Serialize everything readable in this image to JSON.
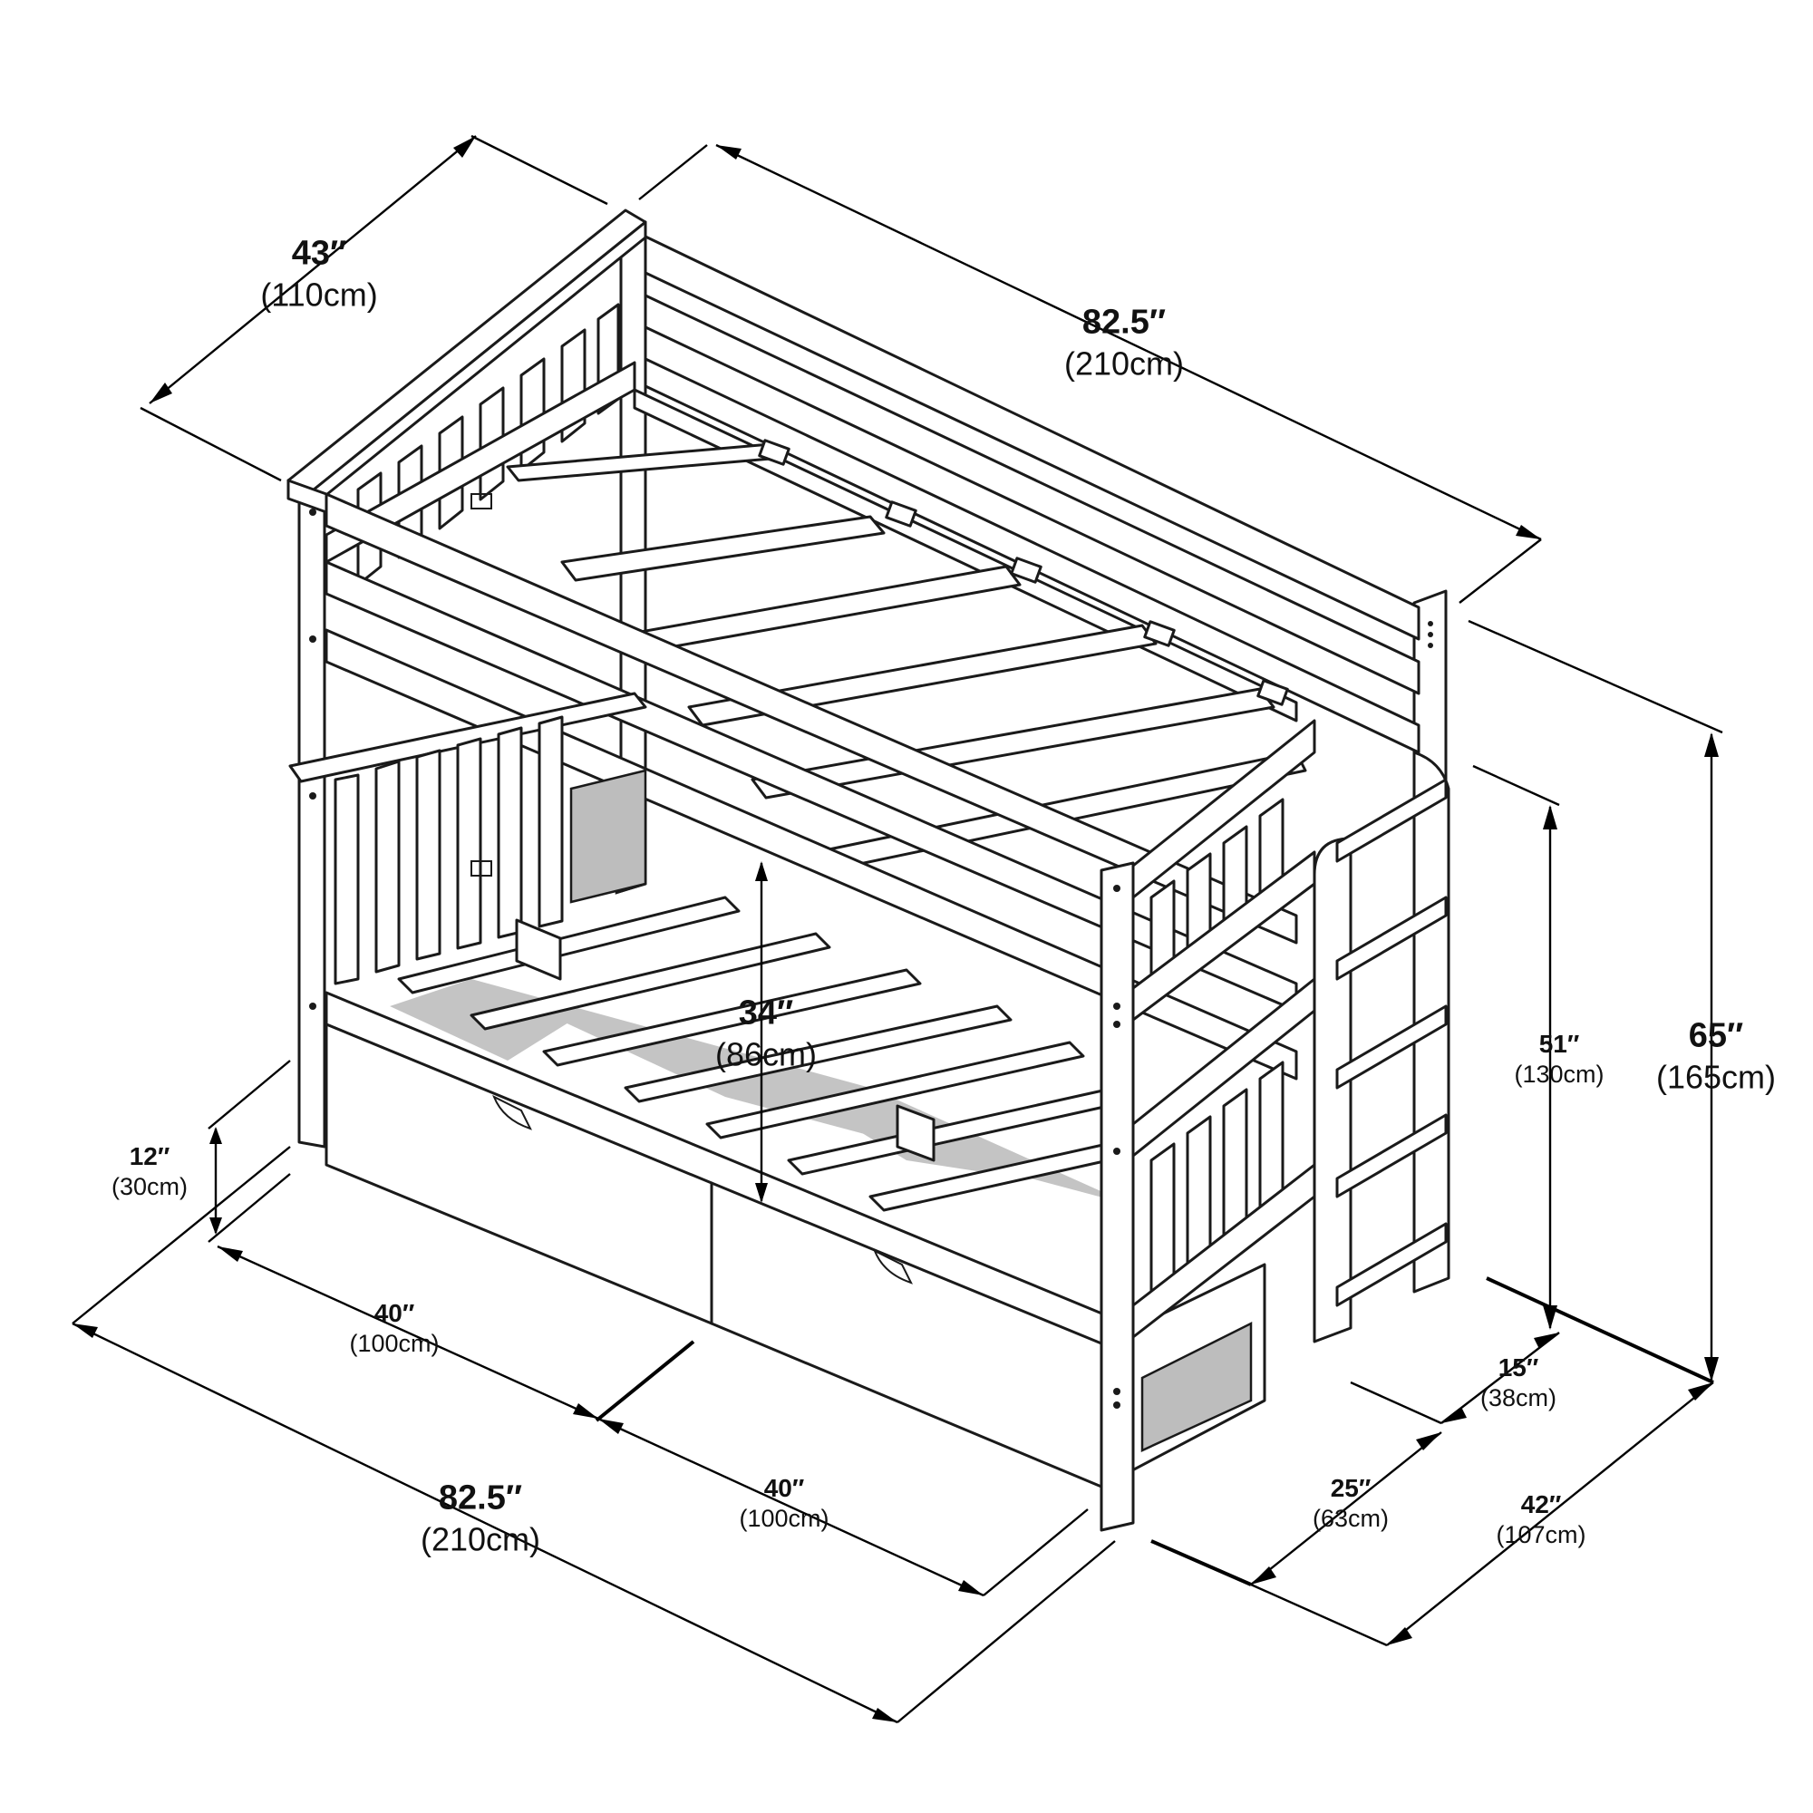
{
  "dimensions": {
    "top_depth": {
      "inches": "43″",
      "cm": "(110cm)"
    },
    "top_length": {
      "inches": "82.5″",
      "cm": "(210cm)"
    },
    "total_height": {
      "inches": "65″",
      "cm": "(165cm)"
    },
    "ladder_height": {
      "inches": "51″",
      "cm": "(130cm)"
    },
    "bunk_clearance": {
      "inches": "34″",
      "cm": "(86cm)"
    },
    "drawer_height": {
      "inches": "12″",
      "cm": "(30cm)"
    },
    "drawer_left_width": {
      "inches": "40″",
      "cm": "(100cm)"
    },
    "drawer_right_width": {
      "inches": "40″",
      "cm": "(100cm)"
    },
    "bottom_length": {
      "inches": "82.5″",
      "cm": "(210cm)"
    },
    "ladder_depth": {
      "inches": "15″",
      "cm": "(38cm)"
    },
    "bed_depth": {
      "inches": "25″",
      "cm": "(63cm)"
    },
    "total_depth": {
      "inches": "42″",
      "cm": "(107cm)"
    }
  }
}
